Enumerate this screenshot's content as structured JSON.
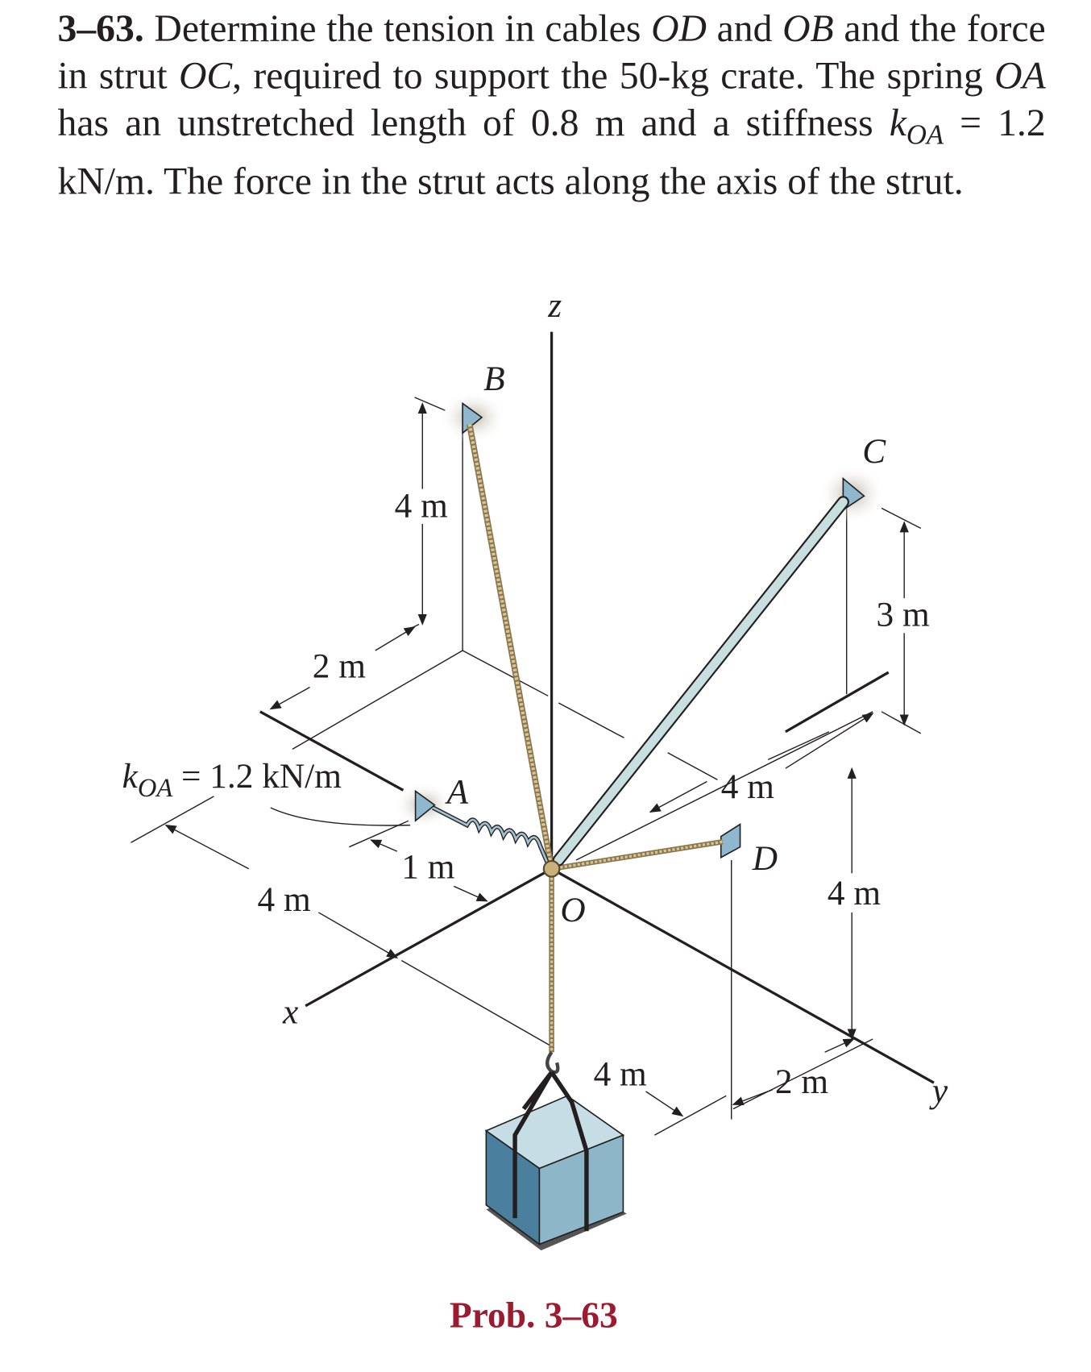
{
  "problem": {
    "number": "3–63.",
    "text_1": " Determine the tension in cables ",
    "od": "OD",
    "and_1": " and ",
    "ob": "OB",
    "text_2": " and the force in strut ",
    "oc": "OC",
    "text_3": ", required to support the 50-kg crate. The spring ",
    "oa": "OA",
    "text_4": " has an unstretched length of 0.8 m and a stiffness ",
    "k": "k",
    "k_sub": "OA",
    "text_5": " = 1.2 kN/m. The force in the strut acts along the axis of the strut."
  },
  "figure": {
    "axis_z": "z",
    "axis_x": "x",
    "axis_y": "y",
    "point_b": "B",
    "point_c": "C",
    "point_a": "A",
    "point_d": "D",
    "point_o": "O",
    "dim_b_height": "4 m",
    "dim_b_2m": "2 m",
    "dim_c_height": "3 m",
    "dim_c_4m": "4 m",
    "dim_d_height": "4 m",
    "dim_d_2m": "2 m",
    "dim_bottom_4m": "4 m",
    "dim_a_1m": "1 m",
    "dim_left_4m": "4 m",
    "spring_k": "k",
    "spring_k_sub": "OA",
    "spring_value": " = 1.2 kN/m"
  },
  "caption": "Prob. 3–63",
  "colors": {
    "caption": "#9b1b30",
    "strut": "#c8dfe0",
    "crate": "#8db7c8",
    "rope": "#c9b27a"
  }
}
